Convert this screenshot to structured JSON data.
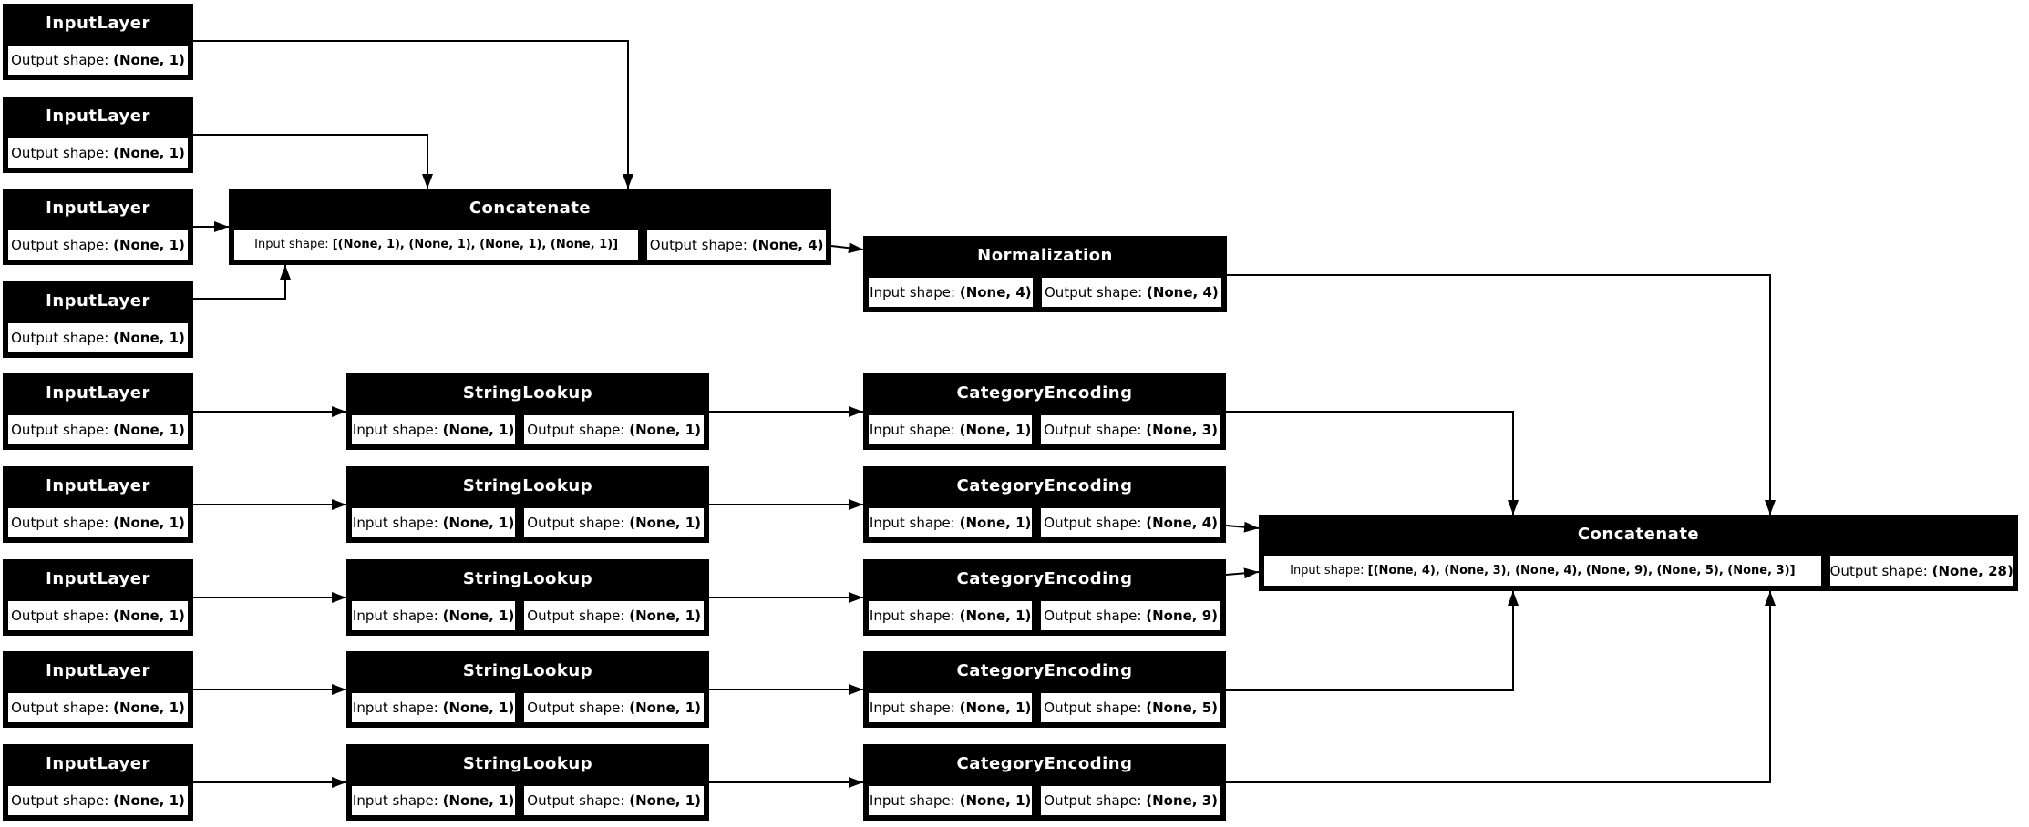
{
  "canvas": {
    "background": "#ffffff",
    "node_bg": "#000000",
    "node_text": "#ffffff",
    "cell_bg": "#ffffff",
    "cell_text": "#000000",
    "edge_color": "#000000"
  },
  "diagram": {
    "nodes": [
      {
        "id": "input_1",
        "title": "InputLayer",
        "cells": [
          {
            "label": "Output shape: ",
            "value": "(None, 1)"
          }
        ]
      },
      {
        "id": "input_2",
        "title": "InputLayer",
        "cells": [
          {
            "label": "Output shape: ",
            "value": "(None, 1)"
          }
        ]
      },
      {
        "id": "input_3",
        "title": "InputLayer",
        "cells": [
          {
            "label": "Output shape: ",
            "value": "(None, 1)"
          }
        ]
      },
      {
        "id": "input_4",
        "title": "InputLayer",
        "cells": [
          {
            "label": "Output shape: ",
            "value": "(None, 1)"
          }
        ]
      },
      {
        "id": "concatenate_1",
        "title": "Concatenate",
        "cells": [
          {
            "label": "Input shape: ",
            "value": "[(None, 1), (None, 1), (None, 1), (None, 1)]"
          },
          {
            "label": "Output shape: ",
            "value": "(None, 4)"
          }
        ]
      },
      {
        "id": "normalization",
        "title": "Normalization",
        "cells": [
          {
            "label": "Input shape: ",
            "value": "(None, 4)"
          },
          {
            "label": "Output shape: ",
            "value": "(None, 4)"
          }
        ]
      },
      {
        "id": "input_5",
        "title": "InputLayer",
        "cells": [
          {
            "label": "Output shape: ",
            "value": "(None, 1)"
          }
        ]
      },
      {
        "id": "input_6",
        "title": "InputLayer",
        "cells": [
          {
            "label": "Output shape: ",
            "value": "(None, 1)"
          }
        ]
      },
      {
        "id": "input_7",
        "title": "InputLayer",
        "cells": [
          {
            "label": "Output shape: ",
            "value": "(None, 1)"
          }
        ]
      },
      {
        "id": "input_8",
        "title": "InputLayer",
        "cells": [
          {
            "label": "Output shape: ",
            "value": "(None, 1)"
          }
        ]
      },
      {
        "id": "input_9",
        "title": "InputLayer",
        "cells": [
          {
            "label": "Output shape: ",
            "value": "(None, 1)"
          }
        ]
      },
      {
        "id": "string_lookup_1",
        "title": "StringLookup",
        "cells": [
          {
            "label": "Input shape: ",
            "value": "(None, 1)"
          },
          {
            "label": "Output shape: ",
            "value": "(None, 1)"
          }
        ]
      },
      {
        "id": "string_lookup_2",
        "title": "StringLookup",
        "cells": [
          {
            "label": "Input shape: ",
            "value": "(None, 1)"
          },
          {
            "label": "Output shape: ",
            "value": "(None, 1)"
          }
        ]
      },
      {
        "id": "string_lookup_3",
        "title": "StringLookup",
        "cells": [
          {
            "label": "Input shape: ",
            "value": "(None, 1)"
          },
          {
            "label": "Output shape: ",
            "value": "(None, 1)"
          }
        ]
      },
      {
        "id": "string_lookup_4",
        "title": "StringLookup",
        "cells": [
          {
            "label": "Input shape: ",
            "value": "(None, 1)"
          },
          {
            "label": "Output shape: ",
            "value": "(None, 1)"
          }
        ]
      },
      {
        "id": "string_lookup_5",
        "title": "StringLookup",
        "cells": [
          {
            "label": "Input shape: ",
            "value": "(None, 1)"
          },
          {
            "label": "Output shape: ",
            "value": "(None, 1)"
          }
        ]
      },
      {
        "id": "category_encoding_1",
        "title": "CategoryEncoding",
        "cells": [
          {
            "label": "Input shape: ",
            "value": "(None, 1)"
          },
          {
            "label": "Output shape: ",
            "value": "(None, 3)"
          }
        ]
      },
      {
        "id": "category_encoding_2",
        "title": "CategoryEncoding",
        "cells": [
          {
            "label": "Input shape: ",
            "value": "(None, 1)"
          },
          {
            "label": "Output shape: ",
            "value": "(None, 4)"
          }
        ]
      },
      {
        "id": "category_encoding_3",
        "title": "CategoryEncoding",
        "cells": [
          {
            "label": "Input shape: ",
            "value": "(None, 1)"
          },
          {
            "label": "Output shape: ",
            "value": "(None, 9)"
          }
        ]
      },
      {
        "id": "category_encoding_4",
        "title": "CategoryEncoding",
        "cells": [
          {
            "label": "Input shape: ",
            "value": "(None, 1)"
          },
          {
            "label": "Output shape: ",
            "value": "(None, 5)"
          }
        ]
      },
      {
        "id": "category_encoding_5",
        "title": "CategoryEncoding",
        "cells": [
          {
            "label": "Input shape: ",
            "value": "(None, 1)"
          },
          {
            "label": "Output shape: ",
            "value": "(None, 3)"
          }
        ]
      },
      {
        "id": "concatenate_2",
        "title": "Concatenate",
        "cells": [
          {
            "label": "Input shape: ",
            "value": "[(None, 4), (None, 3), (None, 4), (None, 9), (None, 5), (None, 3)]"
          },
          {
            "label": "Output shape: ",
            "value": "(None, 28)"
          }
        ]
      }
    ],
    "edges": [
      {
        "from": "input_1",
        "to": "concatenate_1"
      },
      {
        "from": "input_2",
        "to": "concatenate_1"
      },
      {
        "from": "input_3",
        "to": "concatenate_1"
      },
      {
        "from": "input_4",
        "to": "concatenate_1"
      },
      {
        "from": "concatenate_1",
        "to": "normalization"
      },
      {
        "from": "normalization",
        "to": "concatenate_2"
      },
      {
        "from": "input_5",
        "to": "string_lookup_1"
      },
      {
        "from": "input_6",
        "to": "string_lookup_2"
      },
      {
        "from": "input_7",
        "to": "string_lookup_3"
      },
      {
        "from": "input_8",
        "to": "string_lookup_4"
      },
      {
        "from": "input_9",
        "to": "string_lookup_5"
      },
      {
        "from": "string_lookup_1",
        "to": "category_encoding_1"
      },
      {
        "from": "string_lookup_2",
        "to": "category_encoding_2"
      },
      {
        "from": "string_lookup_3",
        "to": "category_encoding_3"
      },
      {
        "from": "string_lookup_4",
        "to": "category_encoding_4"
      },
      {
        "from": "string_lookup_5",
        "to": "category_encoding_5"
      },
      {
        "from": "category_encoding_1",
        "to": "concatenate_2"
      },
      {
        "from": "category_encoding_2",
        "to": "concatenate_2"
      },
      {
        "from": "category_encoding_3",
        "to": "concatenate_2"
      },
      {
        "from": "category_encoding_4",
        "to": "concatenate_2"
      },
      {
        "from": "category_encoding_5",
        "to": "concatenate_2"
      }
    ]
  }
}
